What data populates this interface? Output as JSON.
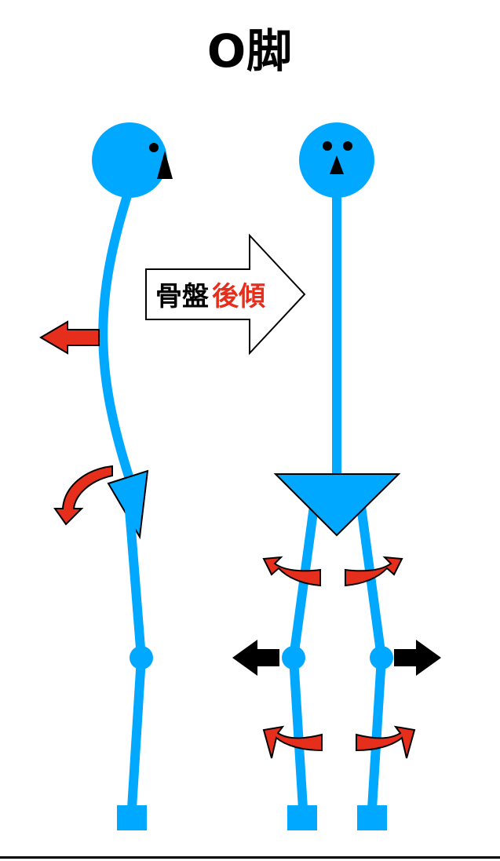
{
  "title": "O脚",
  "arrow_label": {
    "part1": "骨盤",
    "part2": "後傾"
  },
  "colors": {
    "body": "#00A8FF",
    "rotation_arrow": "#E62E1C",
    "push_arrow": "#E62E1C",
    "outward_arrow": "#000000",
    "label_highlight": "#E62E1C"
  },
  "icons": {
    "transition": "right-arrow-icon",
    "posture_shift": "left-arrow-icon",
    "pelvis_tilt": "curved-arrow-icon",
    "knee_spread": "outward-arrow-icon",
    "leg_rotation": "rotation-arrow-icon"
  }
}
